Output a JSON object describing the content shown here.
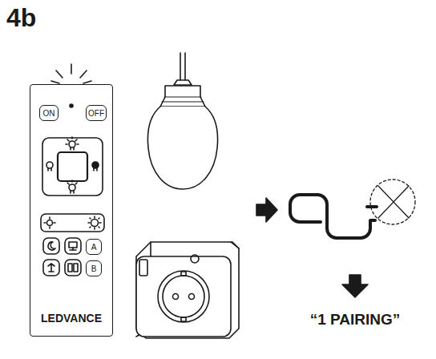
{
  "diagram": {
    "title": "4b",
    "nodes": [
      {
        "text": [
          "LEDVANCE"
        ]
      },
      {
        "text": [
          "ON"
        ],
        "in": 0
      },
      {
        "text": [
          "OFF"
        ],
        "in": 0
      },
      {
        "text": [
          "A"
        ],
        "in": 0
      },
      {
        "text": [
          "B"
        ],
        "in": 0
      }
    ],
    "labels": [
      "“1 PAIRING”"
    ]
  }
}
